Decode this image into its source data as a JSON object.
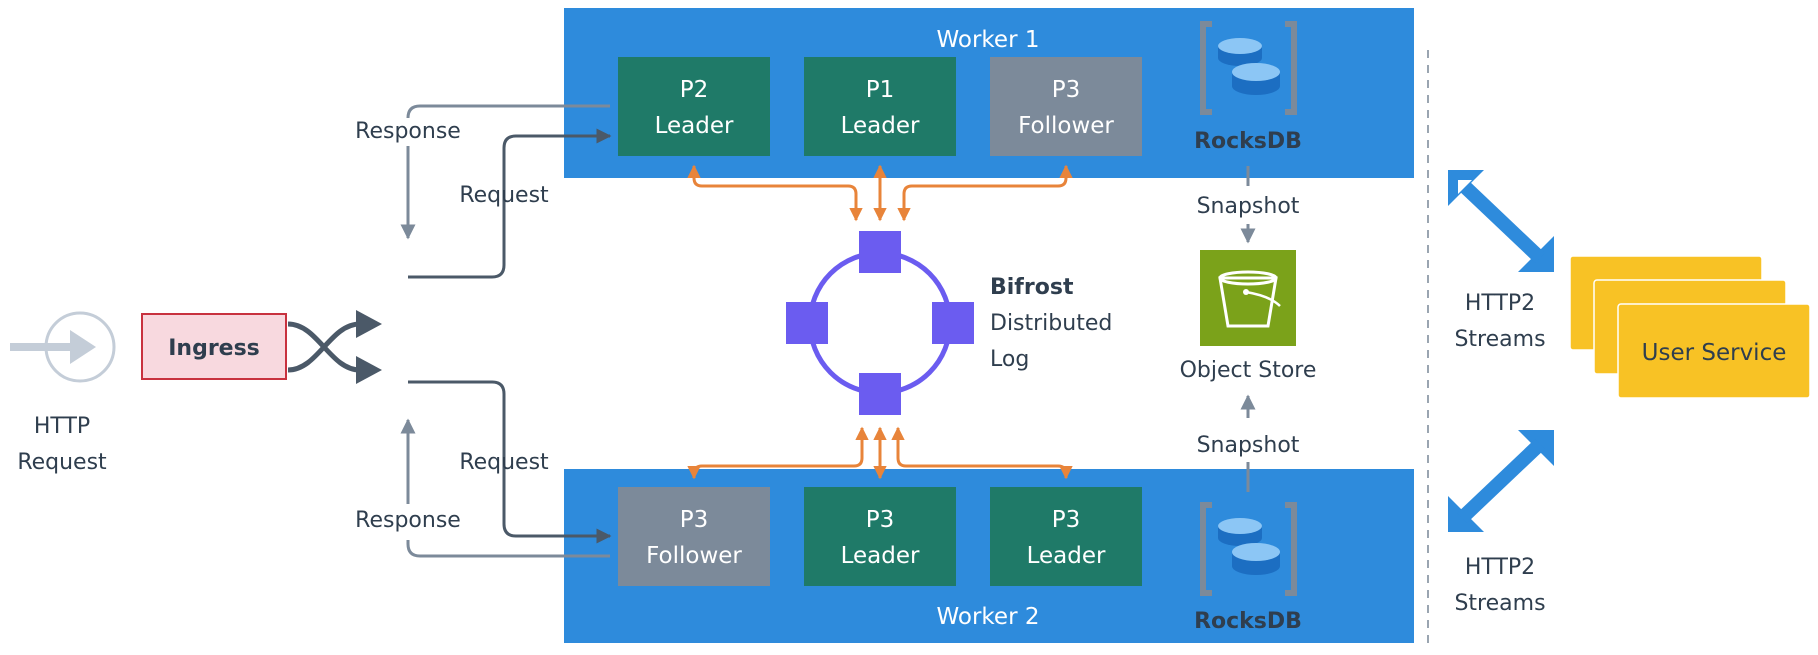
{
  "colors": {
    "worker_bg": "#2e8bdc",
    "leader": "#1f7a68",
    "follower": "#7c8a9a",
    "orange": "#e8843a",
    "bifrost": "#6b5cf0",
    "slate": "#4b5968",
    "ingress_fill": "#f8d9df",
    "ingress_stroke": "#c8323f",
    "s3": "#7ba21a",
    "user_service": "#f8c225",
    "http_arrow": "#2e8bdc"
  },
  "ingress": {
    "label": "Ingress"
  },
  "http_request": {
    "line1": "HTTP",
    "line2": "Request"
  },
  "worker1": {
    "title": "Worker 1",
    "partitions": [
      {
        "line1": "P2",
        "line2": "Leader",
        "role": "leader"
      },
      {
        "line1": "P1",
        "line2": "Leader",
        "role": "leader"
      },
      {
        "line1": "P3",
        "line2": "Follower",
        "role": "follower"
      }
    ],
    "db_label": "RocksDB"
  },
  "worker2": {
    "title": "Worker 2",
    "partitions": [
      {
        "line1": "P3",
        "line2": "Follower",
        "role": "follower"
      },
      {
        "line1": "P3",
        "line2": "Leader",
        "role": "leader"
      },
      {
        "line1": "P3",
        "line2": "Leader",
        "role": "leader"
      }
    ],
    "db_label": "RocksDB"
  },
  "flow_labels": {
    "response_top": "Response",
    "request_top": "Request",
    "request_bottom": "Request",
    "response_bottom": "Response"
  },
  "bifrost": {
    "line1": "Bifrost",
    "line2": "Distributed",
    "line3": "Log"
  },
  "object_store": {
    "label": "Object Store",
    "snapshot_top": "Snapshot",
    "snapshot_bottom": "Snapshot"
  },
  "http2_top": {
    "line1": "HTTP2",
    "line2": "Streams"
  },
  "http2_bottom": {
    "line1": "HTTP2",
    "line2": "Streams"
  },
  "user_service": {
    "label": "User Service"
  }
}
